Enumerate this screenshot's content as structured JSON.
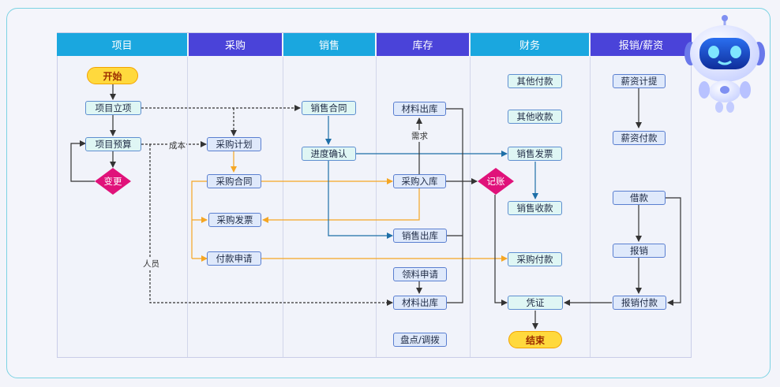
{
  "lanes": [
    {
      "title": "项目",
      "color": "#1aa7df"
    },
    {
      "title": "采购",
      "color": "#4a43d9"
    },
    {
      "title": "销售",
      "color": "#1aa7df"
    },
    {
      "title": "库存",
      "color": "#4a43d9"
    },
    {
      "title": "财务",
      "color": "#1aa7df"
    },
    {
      "title": "报销/薪资",
      "color": "#4a43d9"
    }
  ],
  "nodes": {
    "start": "开始",
    "project_setup": "项目立项",
    "project_budget": "项目预算",
    "change": "变更",
    "purchase_plan": "采购计划",
    "purchase_contract": "采购合同",
    "purchase_invoice": "采购发票",
    "payment_request": "付款申请",
    "sales_contract": "销售合同",
    "progress_confirm": "进度确认",
    "material_out_top": "材料出库",
    "purchase_in": "采购入库",
    "sales_out": "销售出库",
    "material_request": "领料申请",
    "material_out_bottom": "材料出库",
    "inventory_transfer": "盘点/调拨",
    "other_payment": "其他付款",
    "other_receipt": "其他收款",
    "sales_invoice": "销售发票",
    "bookkeeping": "记账",
    "sales_receipt": "销售收款",
    "purchase_payment": "采购付款",
    "voucher": "凭证",
    "end": "结束",
    "salary_accrual": "薪资计提",
    "salary_payment": "薪资付款",
    "loan": "借款",
    "reimburse": "报销",
    "reimburse_payment": "报销付款"
  },
  "edge_labels": {
    "cost": "成本",
    "demand": "需求",
    "personnel": "人员"
  },
  "colors": {
    "teal_box": "#dff6f4",
    "blue_box": "#dfe9fb",
    "orange_line": "#f5a623",
    "blue_line": "#1e6fa8",
    "dark_line": "#333333",
    "diamond": "#e0127a"
  }
}
